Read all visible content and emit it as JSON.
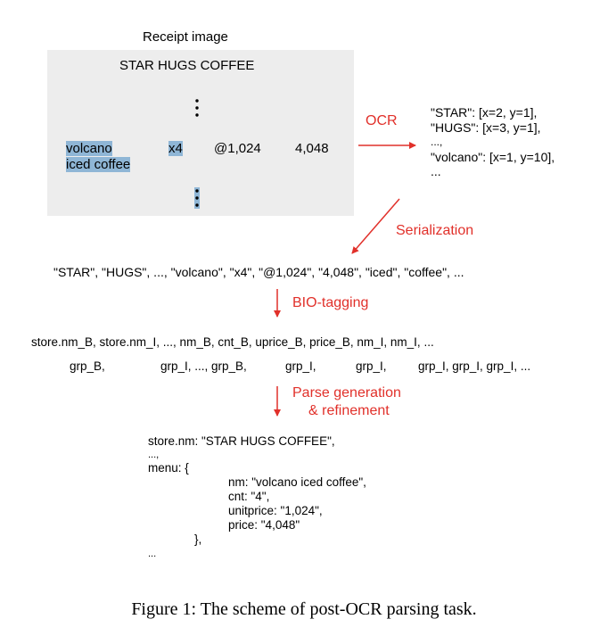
{
  "receipt": {
    "label": "Receipt image",
    "store_name": "STAR HUGS COFFEE",
    "item_line1": "volcano",
    "item_line2": "iced coffee",
    "quantity": "x4",
    "unit_price": "@1,024",
    "total": "4,048"
  },
  "ocr": {
    "label": "OCR",
    "lines": [
      "\"STAR\": [x=2, y=1],",
      "\"HUGS\": [x=3, y=1],",
      "...,",
      "\"volcano\": [x=1, y=10],",
      "..."
    ]
  },
  "serialization": {
    "label": "Serialization",
    "sequence": "\"STAR\", \"HUGS\", ..., \"volcano\", \"x4\", \"@1,024\", \"4,048\", \"iced\", \"coffee\", ..."
  },
  "bio": {
    "label": "BIO-tagging",
    "row1": "store.nm_B, store.nm_I, ..., nm_B, cnt_B, uprice_B, price_B, nm_I, nm_I, ...",
    "row2": [
      "grp_B,",
      "grp_I, ..., grp_B,",
      "grp_I,",
      "grp_I,",
      "grp_I, grp_I, grp_I, ..."
    ]
  },
  "parse": {
    "label_line1": "Parse generation",
    "label_line2": "& refinement",
    "lines": [
      "store.nm: \"STAR HUGS COFFEE\",",
      "...,",
      "menu: {",
      "nm: \"volcano iced coffee\",",
      "cnt: \"4\",",
      "unitprice: \"1,024\",",
      "price: \"4,048\"",
      "},",
      "..."
    ]
  },
  "caption": "Figure 1: The scheme of post-OCR parsing task.",
  "colors": {
    "arrow": "#e1302a",
    "receipt_bg": "#ededed",
    "highlight": "#8fb6d6"
  }
}
